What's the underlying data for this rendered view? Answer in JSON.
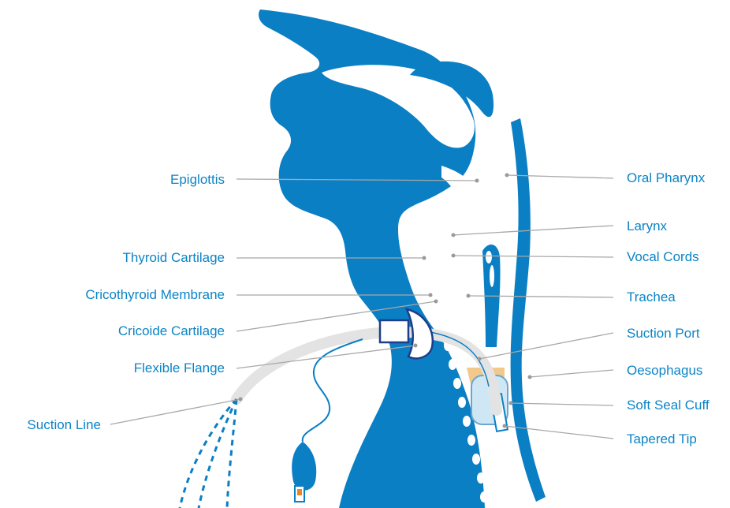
{
  "colors": {
    "anatomy": "#0a7fc4",
    "label_text": "#0b84c6",
    "leader_line": "#a8a8a8",
    "tube": "#e3e3e3",
    "flange": "#1d3e8a",
    "pilot_balloon": "#0a7fc4",
    "suction_dash": "#0a7fc4",
    "cuff_fill": "#f2c98a"
  },
  "labels_left": [
    {
      "id": "epiglottis",
      "text": "Epiglottis"
    },
    {
      "id": "thyroid",
      "text": "Thyroid Cartilage"
    },
    {
      "id": "cricothyroid",
      "text": "Cricothyroid Membrane"
    },
    {
      "id": "cricoide",
      "text": "Cricoide Cartilage"
    },
    {
      "id": "flange",
      "text": "Flexible Flange"
    },
    {
      "id": "suction_line",
      "text": "Suction Line"
    }
  ],
  "labels_right": [
    {
      "id": "oral_pharynx",
      "text": "Oral Pharynx"
    },
    {
      "id": "larynx",
      "text": "Larynx"
    },
    {
      "id": "vocal_cords",
      "text": "Vocal Cords"
    },
    {
      "id": "trachea",
      "text": "Trachea"
    },
    {
      "id": "suction_port",
      "text": "Suction Port"
    },
    {
      "id": "oesophagus",
      "text": "Oesophagus"
    },
    {
      "id": "soft_seal_cuff",
      "text": "Soft Seal Cuff"
    },
    {
      "id": "tapered_tip",
      "text": "Tapered Tip"
    }
  ]
}
